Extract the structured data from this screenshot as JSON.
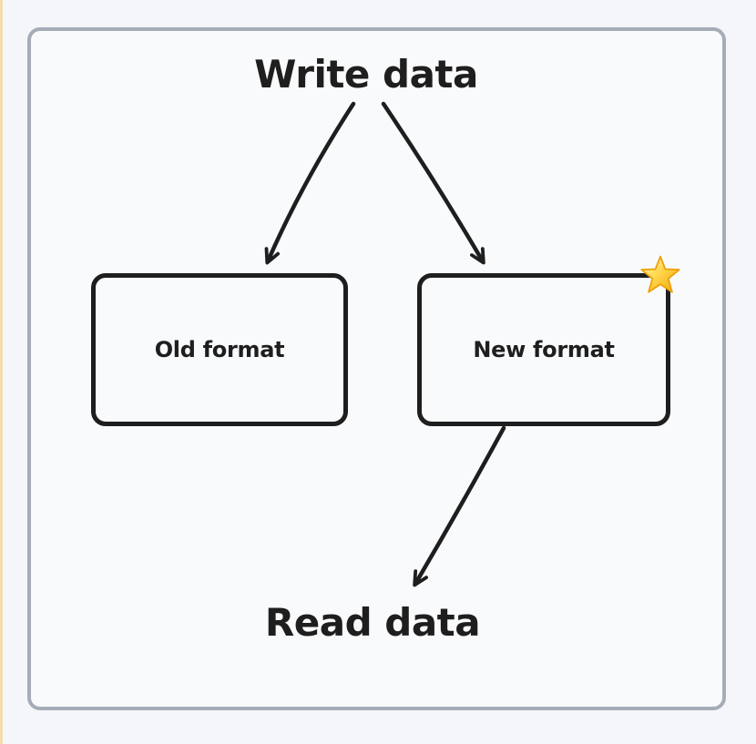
{
  "app": {
    "type": "diagram-canvas"
  },
  "colors": {
    "page_background": "#f5f6f9",
    "frame_background": "#f9fafc",
    "frame_border": "#a5acb8",
    "stroke": "#1e1e1e",
    "left_edge_accent": "#f5dcae",
    "star_gold": "#ffc83d"
  },
  "diagram": {
    "source_label": "Write data",
    "sink_label": "Read data",
    "nodes": [
      {
        "label": "Old format"
      },
      {
        "label": "New format",
        "badge_icon": "star-icon",
        "badge_color": "#ffc83d"
      }
    ],
    "edges": [
      {
        "from": "Write data",
        "to": "Old format"
      },
      {
        "from": "Write data",
        "to": "New format"
      },
      {
        "from": "New format",
        "to": "Read data"
      }
    ]
  }
}
